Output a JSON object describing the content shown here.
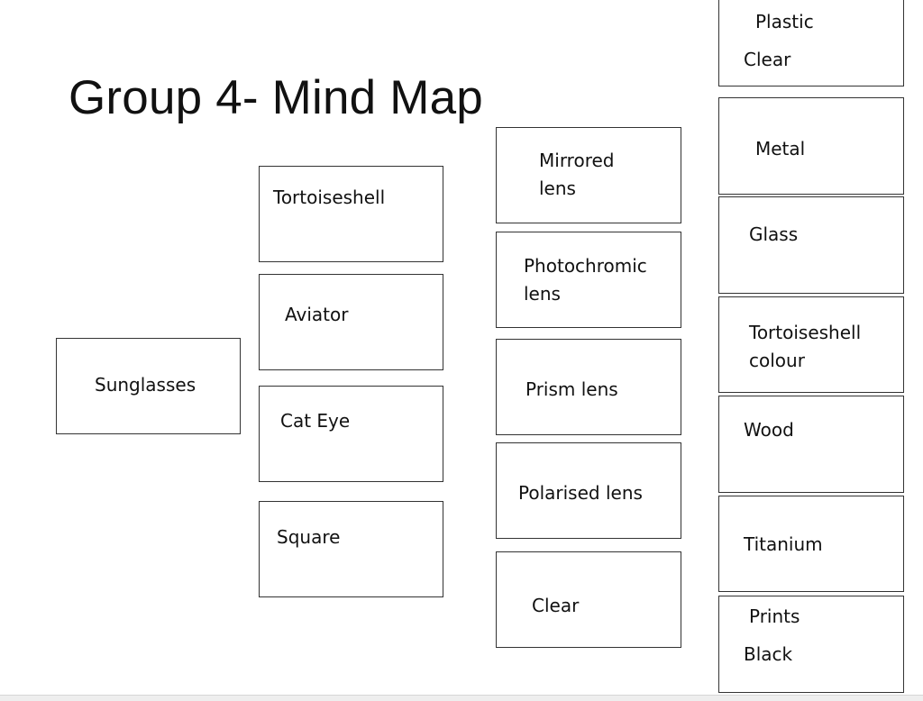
{
  "title": "Group 4- Mind Map",
  "central": {
    "label": "Sunglasses"
  },
  "styles": [
    {
      "label": "Tortoiseshell"
    },
    {
      "label": "Aviator"
    },
    {
      "label": "Cat Eye"
    },
    {
      "label": "Square"
    }
  ],
  "lenses": [
    {
      "label": "Mirrored\nlens"
    },
    {
      "label": "Photochromic\nlens"
    },
    {
      "label": "Prism lens"
    },
    {
      "label": "Polarised lens"
    },
    {
      "label": "Clear"
    }
  ],
  "materials": [
    {
      "label": "Plastic",
      "label2": "Clear"
    },
    {
      "label": "Metal"
    },
    {
      "label": "Glass"
    },
    {
      "label": "Tortoiseshell\ncolour"
    },
    {
      "label": "Wood"
    },
    {
      "label": "Titanium"
    },
    {
      "label": "Prints",
      "label2": "Black"
    }
  ],
  "colors": {
    "border": "#333333",
    "text": "#111111",
    "background": "#ffffff"
  }
}
